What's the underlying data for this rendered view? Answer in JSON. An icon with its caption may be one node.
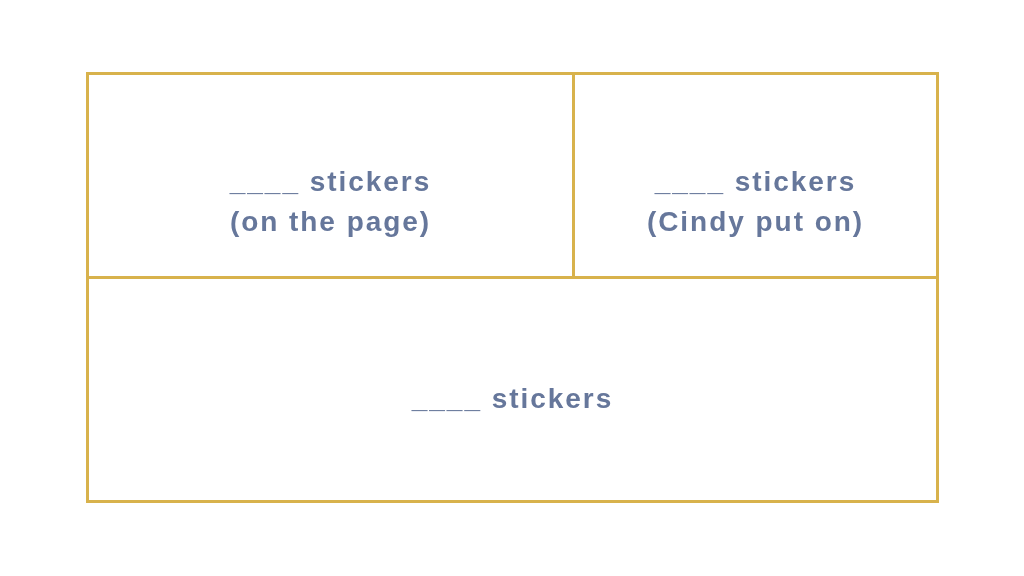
{
  "diagram": {
    "nodes": [
      {
        "text": [
          "____ stickers",
          "(on the page)"
        ]
      },
      {
        "text": [
          "____ stickers",
          "(Cindy put on)"
        ]
      },
      {
        "text": [
          "____ stickers"
        ]
      }
    ]
  }
}
